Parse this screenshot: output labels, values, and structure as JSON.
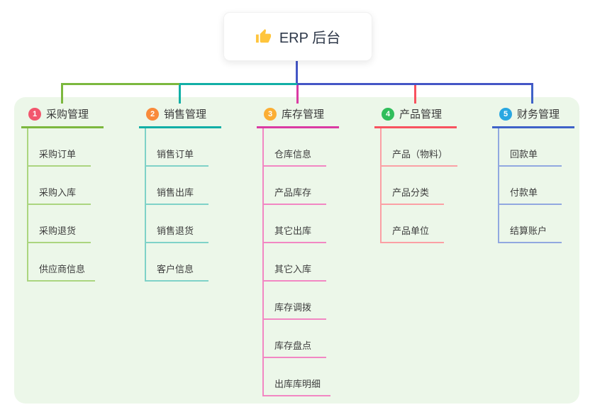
{
  "root": {
    "title": "ERP 后台",
    "icon": "thumbs-up-icon"
  },
  "colors": {
    "root_line": "#4456C6",
    "panel_bg": "#ECF7E9",
    "card_bg": "#FFFFFF",
    "thumb_icon": "#FFC53D"
  },
  "branches": [
    {
      "index": "1",
      "title": "采购管理",
      "badge_color": "#F2566D",
      "line_color": "#7CB83E",
      "child_line_color": "#ABD57F",
      "children": [
        "采购订单",
        "采购入库",
        "采购退货",
        "供应商信息"
      ]
    },
    {
      "index": "2",
      "title": "销售管理",
      "badge_color": "#F98A3B",
      "line_color": "#12AFA6",
      "child_line_color": "#7FD2C8",
      "children": [
        "销售订单",
        "销售出库",
        "销售退货",
        "客户信息"
      ]
    },
    {
      "index": "3",
      "title": "库存管理",
      "badge_color": "#FBAE33",
      "line_color": "#DA3BA3",
      "child_line_color": "#F287C3",
      "children": [
        "仓库信息",
        "产品库存",
        "其它出库",
        "其它入库",
        "库存调拨",
        "库存盘点",
        "出库库明细"
      ]
    },
    {
      "index": "4",
      "title": "产品管理",
      "badge_color": "#30BE5B",
      "line_color": "#F8525F",
      "child_line_color": "#FBA0A5",
      "children": [
        "产品（物料）",
        "产品分类",
        "产品单位"
      ]
    },
    {
      "index": "5",
      "title": "财务管理",
      "badge_color": "#29A7E1",
      "line_color": "#3F62C8",
      "child_line_color": "#91A8E0",
      "children": [
        "回款单",
        "付款单",
        "结算账户"
      ]
    }
  ]
}
